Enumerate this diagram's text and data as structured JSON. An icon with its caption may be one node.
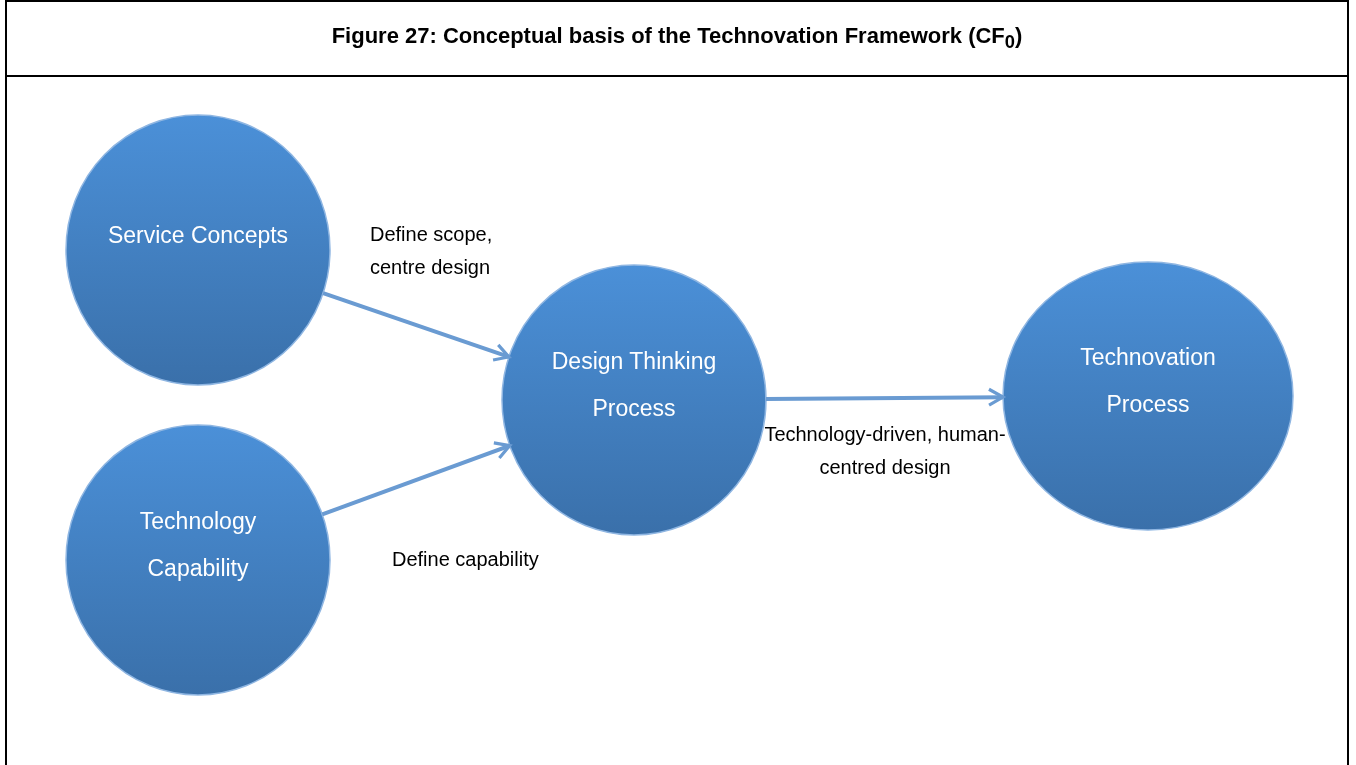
{
  "diagram": {
    "title": "Figure 27: Conceptual basis of the Technovation Framework (CF$_{0}$)",
    "nodes": [
      {
        "text": [
          "Service Concepts"
        ]
      },
      {
        "text": [
          "Technology Capability"
        ]
      },
      {
        "text": [
          "Design Thinking Process"
        ]
      },
      {
        "text": [
          "Technovation Process"
        ]
      }
    ],
    "edges": [
      {
        "from": 0,
        "to": 2,
        "arrow": "to",
        "label": "Define scope, centre design"
      },
      {
        "from": 1,
        "to": 2,
        "arrow": "to",
        "label": "Define capability"
      },
      {
        "from": 2,
        "to": 3,
        "arrow": "to",
        "label": "Technology-driven, human-centred design"
      }
    ]
  }
}
